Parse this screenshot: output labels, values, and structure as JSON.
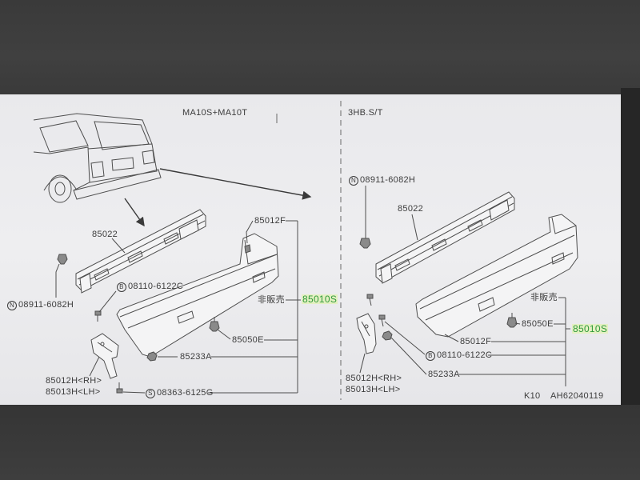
{
  "headers": {
    "left": "MA10S+MA10T",
    "right": "3HB.S/T"
  },
  "left_panel": {
    "beam": "85022",
    "cover": "85012F",
    "bolt_b": {
      "mark": "B",
      "code": "08110-6122C"
    },
    "clip_n": {
      "mark": "N",
      "code": "08911-6082H"
    },
    "not_for_sale": "非販売",
    "assembly": "85010S",
    "clip": "85050E",
    "nut": "85233A",
    "bracket_rh": "85012H<RH>",
    "bracket_lh": "85013H<LH>",
    "screw_s": {
      "mark": "S",
      "code": "08363-6125G"
    }
  },
  "right_panel": {
    "clip_n": {
      "mark": "N",
      "code": "08911-6082H"
    },
    "beam": "85022",
    "not_for_sale": "非販売",
    "clip": "85050E",
    "assembly": "85010S",
    "cover": "85012F",
    "bolt_b": {
      "mark": "B",
      "code": "08110-6122C"
    },
    "nut": "85233A",
    "bracket_rh": "85012H<RH>",
    "bracket_lh": "85013H<LH>"
  },
  "footer": {
    "section": "K10",
    "figure_id": "AH62040119"
  },
  "colors": {
    "accent": "#2f9a3a",
    "highlight": "#e4f0c2",
    "panel": "#ececee",
    "line": "#4e4e4e"
  }
}
